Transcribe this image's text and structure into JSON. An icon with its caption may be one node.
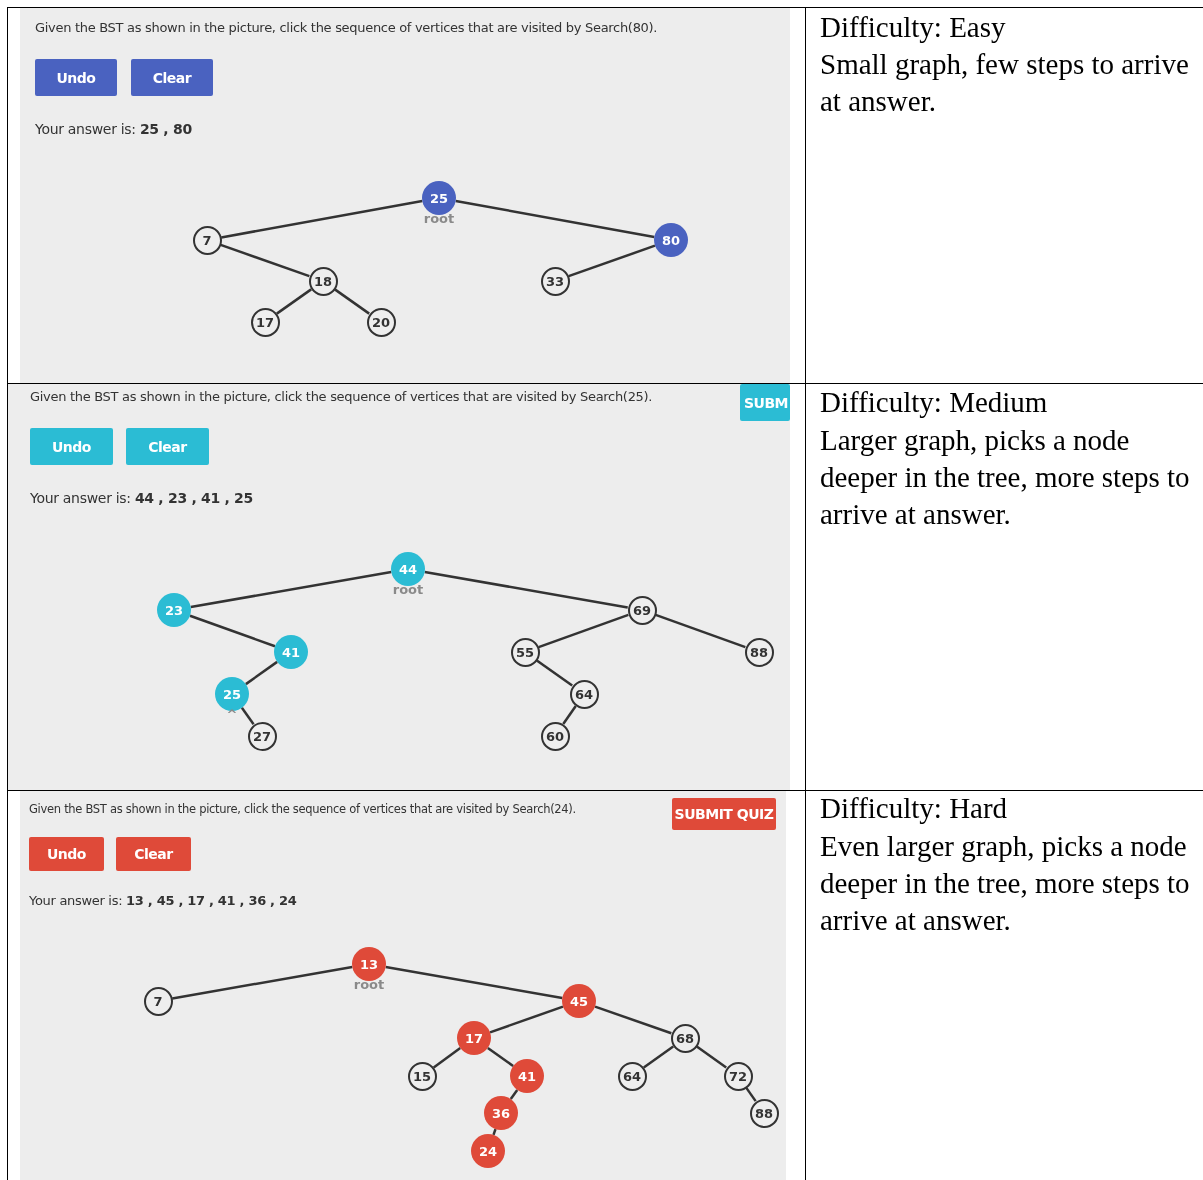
{
  "diagram": {
    "nodes": [
      {
        "text": [
          "25"
        ],
        "beside": [
          "root"
        ]
      },
      {
        "text": [
          "7"
        ]
      },
      {
        "text": [
          "80"
        ]
      },
      {
        "text": [
          "18"
        ]
      },
      {
        "text": [
          "33"
        ]
      },
      {
        "text": [
          "17"
        ]
      },
      {
        "text": [
          "20"
        ]
      },
      {
        "text": [
          "44"
        ],
        "beside": [
          "root"
        ]
      },
      {
        "text": [
          "23"
        ]
      },
      {
        "text": [
          "69"
        ]
      },
      {
        "text": [
          "41"
        ]
      },
      {
        "text": [
          "55"
        ]
      },
      {
        "text": [
          "88"
        ]
      },
      {
        "text": [
          "25"
        ],
        "beside": [
          "^"
        ]
      },
      {
        "text": [
          "64"
        ]
      },
      {
        "text": [
          "27"
        ]
      },
      {
        "text": [
          "60"
        ]
      },
      {
        "text": [
          "13"
        ],
        "beside": [
          "root"
        ]
      },
      {
        "text": [
          "7"
        ]
      },
      {
        "text": [
          "45"
        ]
      },
      {
        "text": [
          "17"
        ]
      },
      {
        "text": [
          "68"
        ]
      },
      {
        "text": [
          "15"
        ]
      },
      {
        "text": [
          "41"
        ]
      },
      {
        "text": [
          "64"
        ]
      },
      {
        "text": [
          "72"
        ]
      },
      {
        "text": [
          "36"
        ]
      },
      {
        "text": [
          "88"
        ]
      },
      {
        "text": [
          "24"
        ]
      }
    ],
    "edges": [
      {
        "from": 0,
        "to": 1,
        "arrow": "none"
      },
      {
        "from": 0,
        "to": 2,
        "arrow": "none"
      },
      {
        "from": 1,
        "to": 3,
        "arrow": "none"
      },
      {
        "from": 2,
        "to": 4,
        "arrow": "none"
      },
      {
        "from": 3,
        "to": 5,
        "arrow": "none"
      },
      {
        "from": 3,
        "to": 6,
        "arrow": "none"
      },
      {
        "from": 7,
        "to": 8,
        "arrow": "none"
      },
      {
        "from": 7,
        "to": 9,
        "arrow": "none"
      },
      {
        "from": 8,
        "to": 10,
        "arrow": "none"
      },
      {
        "from": 9,
        "to": 11,
        "arrow": "none"
      },
      {
        "from": 9,
        "to": 12,
        "arrow": "none"
      },
      {
        "from": 10,
        "to": 13,
        "arrow": "none"
      },
      {
        "from": 11,
        "to": 14,
        "arrow": "none"
      },
      {
        "from": 13,
        "to": 15,
        "arrow": "none"
      },
      {
        "from": 14,
        "to": 16,
        "arrow": "none"
      },
      {
        "from": 17,
        "to": 18,
        "arrow": "none"
      },
      {
        "from": 17,
        "to": 19,
        "arrow": "none"
      },
      {
        "from": 19,
        "to": 20,
        "arrow": "none"
      },
      {
        "from": 19,
        "to": 21,
        "arrow": "none"
      },
      {
        "from": 20,
        "to": 22,
        "arrow": "none"
      },
      {
        "from": 20,
        "to": 23,
        "arrow": "none"
      },
      {
        "from": 21,
        "to": 24,
        "arrow": "none"
      },
      {
        "from": 21,
        "to": 25,
        "arrow": "none"
      },
      {
        "from": 23,
        "to": 26,
        "arrow": "none"
      },
      {
        "from": 25,
        "to": 27,
        "arrow": "none"
      },
      {
        "from": 26,
        "to": 28,
        "arrow": "none"
      }
    ],
    "labels": [
      "Given the BST as shown in the picture, click the sequence of vertices that are visited by Search(80).",
      "Undo",
      "Clear",
      "Your answer is:  **25 , 80**",
      "Difficulty: Easy",
      "Small graph, few steps to arrive at answer.",
      "Given the BST as shown in the picture, click the sequence of vertices that are visited by Search(25).",
      "SUBM",
      "Undo",
      "Clear",
      "Your answer is:  **44 , 23 , 41 , 25**",
      "Difficulty: Medium",
      "Larger graph, picks a node deeper in the tree, more steps to arrive at answer.",
      "Given the BST as shown in the picture, click the sequence of vertices that are visited by Search(24).",
      "SUBMIT QUIZ",
      "Undo",
      "Clear",
      "Your answer is:  **13 , 45 , 17 , 41 , 36 , 24**",
      "Difficulty: Hard",
      "Even larger graph, picks a node deeper in the tree, more steps to arrive at answer."
    ]
  }
}
